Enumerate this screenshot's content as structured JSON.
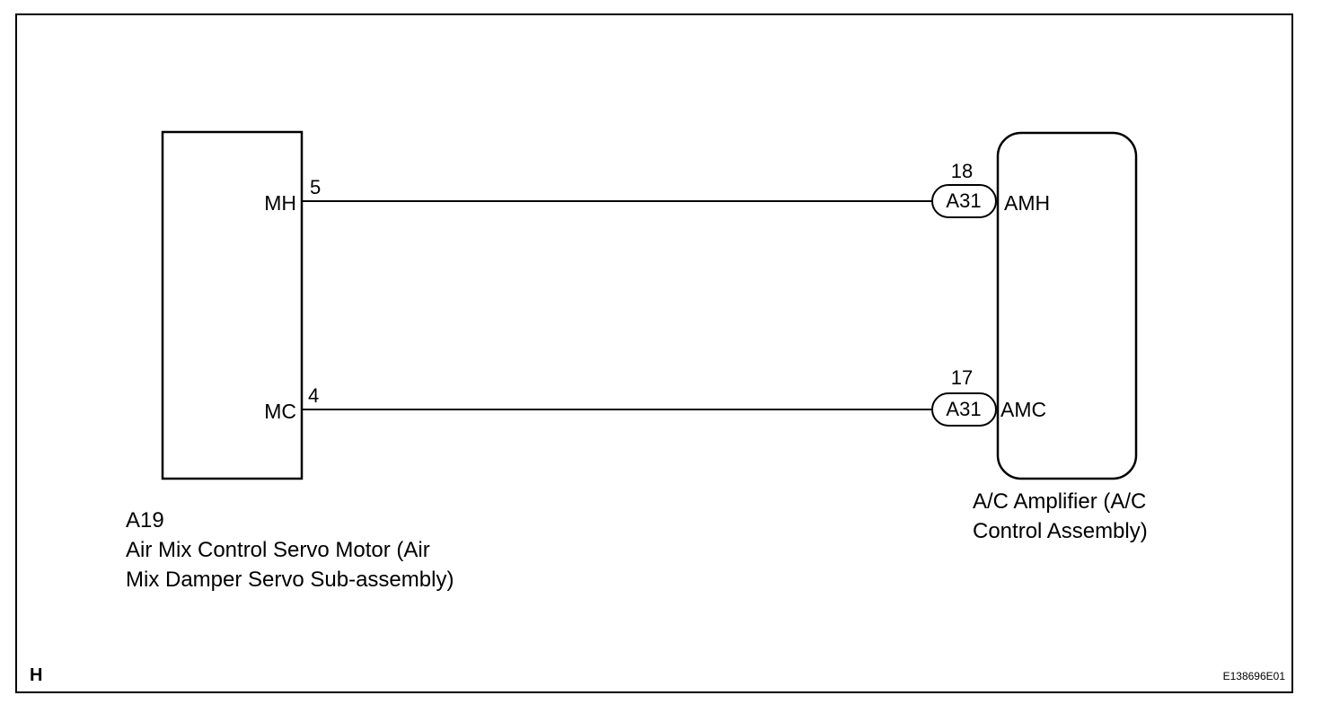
{
  "corner_mark": "H",
  "figure_id": "E138696E01",
  "left_component": {
    "code": "A19",
    "name_line1": "Air Mix Control Servo Motor (Air",
    "name_line2": "Mix Damper Servo Sub-assembly)",
    "pins": [
      {
        "number": "5",
        "label": "MH"
      },
      {
        "number": "4",
        "label": "MC"
      }
    ]
  },
  "right_component": {
    "name_line1": "A/C Amplifier (A/C",
    "name_line2": "Control Assembly)",
    "pins": [
      {
        "number": "18",
        "connector": "A31",
        "label": "AMH"
      },
      {
        "number": "17",
        "connector": "A31",
        "label": "AMC"
      }
    ]
  }
}
